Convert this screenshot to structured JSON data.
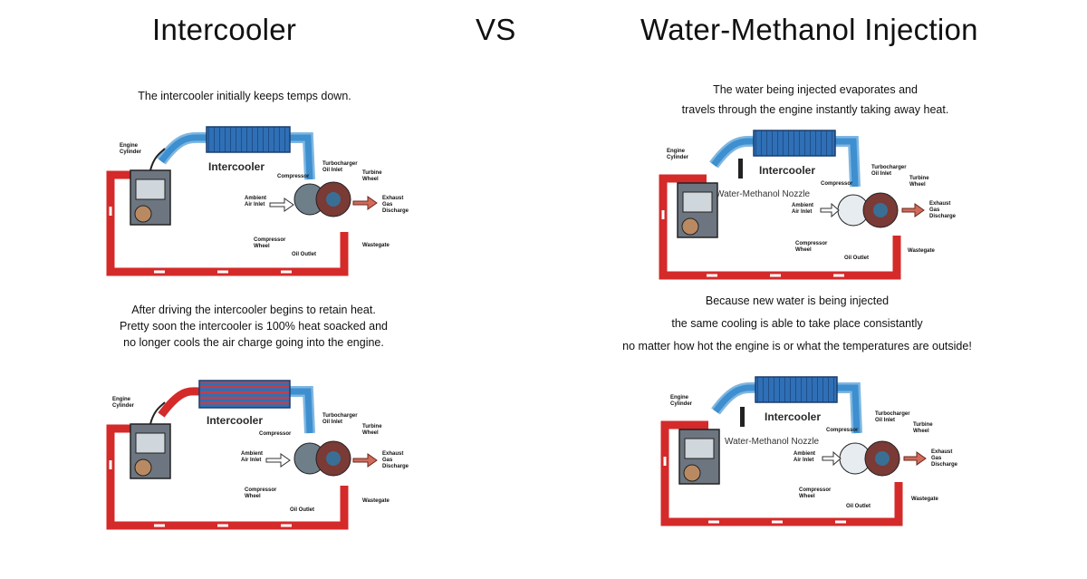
{
  "header": {
    "left_title": "Intercooler",
    "vs": "VS",
    "right_title": "Water-Methanol Injection"
  },
  "left": {
    "caption_top": "The intercooler initially keeps temps down.",
    "caption_middle": [
      "After driving the intercooler begins to retain heat.",
      "Pretty soon the intercooler is 100% heat soacked and",
      "no longer cools the air charge going into the engine."
    ]
  },
  "right": {
    "caption_top": [
      "The water being injected evaporates and",
      "travels through the engine instantly taking away heat."
    ],
    "caption_middle": [
      "Because new water is being injected",
      "the same cooling is able to take place consistantly",
      "no matter how hot the engine is or what the temperatures are outside!"
    ]
  },
  "diagram_labels": {
    "engine": [
      "Engine",
      "Cylinder"
    ],
    "intercooler": "Intercooler",
    "compressor": "Compressor",
    "turbo_oil_inlet": [
      "Turbocharger",
      "Oil Inlet"
    ],
    "turbine_wheel": [
      "Turbine",
      "Wheel"
    ],
    "ambient_air": [
      "Ambient",
      "Air Inlet"
    ],
    "exhaust": [
      "Exhaust",
      "Gas",
      "Discharge"
    ],
    "compressor_wheel": [
      "Compressor",
      "Wheel"
    ],
    "oil_outlet": "Oil Outlet",
    "wastegate": "Wastegate",
    "nozzle": "Water-Methanol Nozzle"
  },
  "colors": {
    "hot_pipe": "#d42a2a",
    "cool_pipe": "#3d8fd0",
    "intercooler_core": "#2f6fb5",
    "heat_soaked_core": "#b04a55",
    "turbo_body": "#6f7f8a",
    "turbine_housing": "#7a3a35"
  }
}
